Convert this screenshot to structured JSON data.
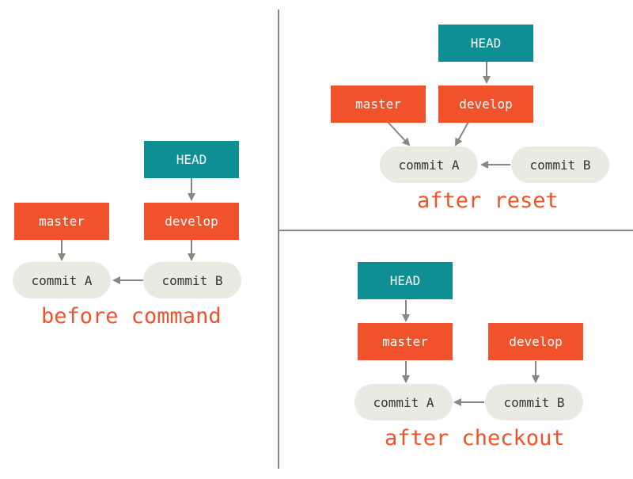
{
  "colors": {
    "branch": "#f0522b",
    "head": "#0e8f93",
    "commit_bg": "#ebeae2",
    "arrow": "#8a8780",
    "caption": "#f0522b"
  },
  "panels": {
    "before": {
      "head": "HEAD",
      "master": "master",
      "develop": "develop",
      "commit_a": "commit A",
      "commit_b": "commit B",
      "caption": "before command"
    },
    "reset": {
      "head": "HEAD",
      "master": "master",
      "develop": "develop",
      "commit_a": "commit A",
      "commit_b": "commit B",
      "caption": "after reset"
    },
    "checkout": {
      "head": "HEAD",
      "master": "master",
      "develop": "develop",
      "commit_a": "commit A",
      "commit_b": "commit B",
      "caption": "after checkout"
    }
  }
}
